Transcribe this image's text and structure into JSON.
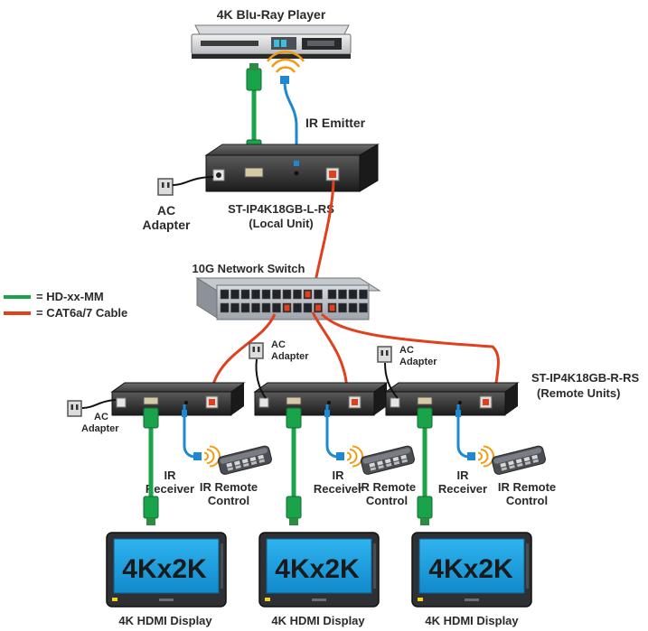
{
  "source": {
    "label": "4K Blu-Ray Player"
  },
  "ir_emitter": {
    "label": "IR Emitter"
  },
  "local_unit": {
    "label_line1": "ST-IP4K18GB-L-RS",
    "label_line2": "(Local Unit)"
  },
  "local_ac": {
    "line1": "AC",
    "line2": "Adapter"
  },
  "switch": {
    "label": "10G Network Switch"
  },
  "legend": {
    "items": [
      {
        "color": "#1aa34a",
        "label": "= HD-xx-MM"
      },
      {
        "color": "#e0401c",
        "label": "= CAT6a/7 Cable"
      }
    ]
  },
  "remote_units_label": {
    "line1": "ST-IP4K18GB-R-RS",
    "line2": "(Remote Units)"
  },
  "remote_ac": [
    {
      "line1": "AC",
      "line2": "Adapter"
    },
    {
      "line1": "AC",
      "line2": "Adapter"
    },
    {
      "line1": "AC",
      "line2": "Adapter"
    }
  ],
  "ir_receiver": {
    "line1": "IR",
    "line2": "Receiver"
  },
  "ir_remote": {
    "line1": "IR Remote",
    "line2": "Control"
  },
  "displays": [
    {
      "screen_text": "4Kx2K",
      "label": "4K HDMI Display"
    },
    {
      "screen_text": "4Kx2K",
      "label": "4K HDMI Display"
    },
    {
      "screen_text": "4Kx2K",
      "label": "4K HDMI Display"
    }
  ],
  "colors": {
    "hdmi_cable": "#1aa34a",
    "cat_cable": "#e0401c",
    "ir_cable": "#1e88d0",
    "screen": "#1ba3e6"
  }
}
